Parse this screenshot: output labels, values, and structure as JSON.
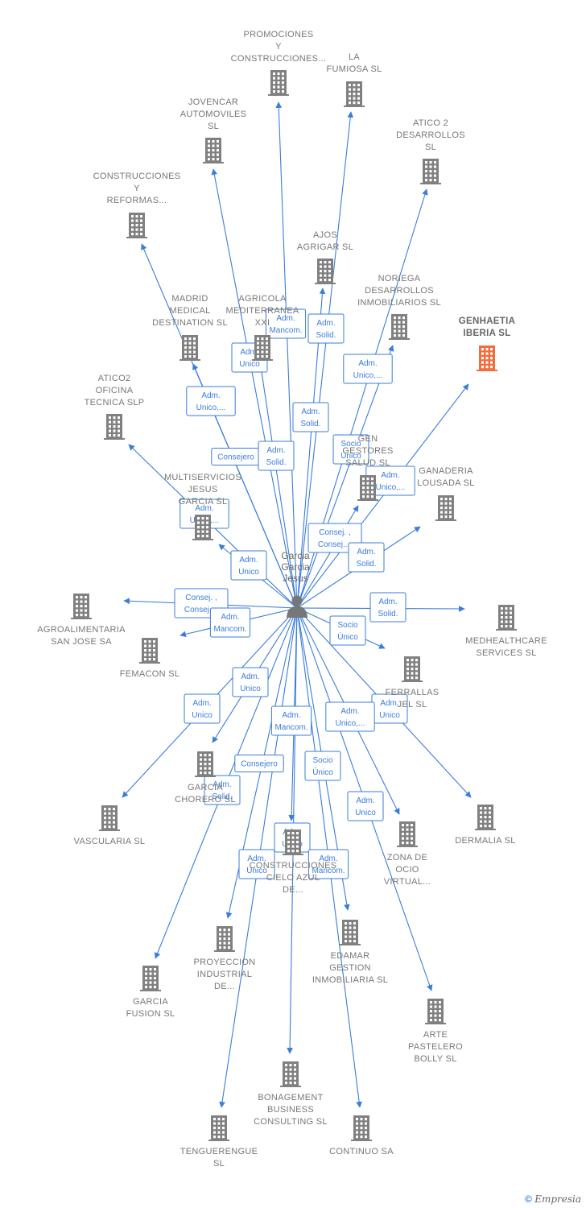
{
  "center": {
    "label_lines": [
      "Garcia",
      "Garcia",
      "Jesus"
    ],
    "icon": "person-icon"
  },
  "colors": {
    "edge": "#3b7dd8",
    "building": "#808080",
    "focus_building": "#f26d3d"
  },
  "credit": {
    "symbol": "©",
    "brand": "Empresia"
  },
  "nodes": [
    {
      "id": "promociones",
      "label_lines": [
        "PROMOCIONES",
        "Y",
        "CONSTRUCCIONES..."
      ],
      "icon": "building-icon"
    },
    {
      "id": "la-fumiosa",
      "label_lines": [
        "LA",
        "FUMIOSA  SL"
      ],
      "icon": "building-icon"
    },
    {
      "id": "jovencar",
      "label_lines": [
        "JOVENCAR",
        "AUTOMOVILES",
        "SL"
      ],
      "icon": "building-icon"
    },
    {
      "id": "atico2-desarrollos",
      "label_lines": [
        "ATICO 2",
        "DESARROLLOS",
        "SL"
      ],
      "icon": "building-icon"
    },
    {
      "id": "construcciones-reformas",
      "label_lines": [
        "CONSTRUCCIONES",
        "Y",
        "REFORMAS..."
      ],
      "icon": "building-icon"
    },
    {
      "id": "ajos-agrigar",
      "label_lines": [
        "AJOS",
        "AGRIGAR  SL"
      ],
      "icon": "building-icon"
    },
    {
      "id": "noriega",
      "label_lines": [
        "NORIEGA",
        "DESARROLLOS",
        "INMOBILIARIOS SL"
      ],
      "icon": "building-icon"
    },
    {
      "id": "genhaetia",
      "label_lines": [
        "GENHAETIA",
        "IBERIA  SL"
      ],
      "icon": "building-icon",
      "focus": true
    },
    {
      "id": "madrid-medical",
      "label_lines": [
        "MADRID",
        "MEDICAL",
        "DESTINATION SL"
      ],
      "icon": "building-icon"
    },
    {
      "id": "agricola",
      "label_lines": [
        "AGRICOLA",
        "MEDITERRANEA",
        "XXI"
      ],
      "icon": "building-icon"
    },
    {
      "id": "atico2-oficina",
      "label_lines": [
        "ATICO2",
        "OFICINA",
        "TECNICA  SLP"
      ],
      "icon": "building-icon"
    },
    {
      "id": "gestores",
      "label_lines": [
        "GEN",
        "GESTORES",
        "SALUD SL"
      ],
      "icon": "building-icon"
    },
    {
      "id": "ganaderia",
      "label_lines": [
        "GANADERIA",
        "LOUSADA  SL"
      ],
      "icon": "building-icon"
    },
    {
      "id": "multiservicios",
      "label_lines": [
        "MULTISERVICIOS",
        "JESUS",
        "GARCIA  SL"
      ],
      "icon": "building-icon"
    },
    {
      "id": "agroalimentaria",
      "label_lines": [
        "AGROALIMENTARIA",
        "SAN JOSE SA"
      ],
      "icon": "building-icon"
    },
    {
      "id": "medhealthcare",
      "label_lines": [
        "MEDHEALTHCARE",
        "SERVICES  SL"
      ],
      "icon": "building-icon"
    },
    {
      "id": "femacon",
      "label_lines": [
        "FEMACON SL"
      ],
      "icon": "building-icon"
    },
    {
      "id": "ferrallas",
      "label_lines": [
        "FERRALLAS",
        "JEL  SL"
      ],
      "icon": "building-icon"
    },
    {
      "id": "garcia-chorero",
      "label_lines": [
        "GARCIA",
        "CHORERO SL"
      ],
      "icon": "building-icon"
    },
    {
      "id": "vascularia",
      "label_lines": [
        "VASCULARIA SL"
      ],
      "icon": "building-icon"
    },
    {
      "id": "dermalia",
      "label_lines": [
        "DERMALIA SL"
      ],
      "icon": "building-icon"
    },
    {
      "id": "zona-ocio",
      "label_lines": [
        "ZONA DE",
        "OCIO",
        "VIRTUAL..."
      ],
      "icon": "building-icon"
    },
    {
      "id": "construcciones-cielo",
      "label_lines": [
        "CONSTRUCCIONES",
        "CIELO AZUL",
        "DE..."
      ],
      "icon": "building-icon"
    },
    {
      "id": "proyeccion",
      "label_lines": [
        "PROYECCION",
        "INDUSTRIAL",
        "DE..."
      ],
      "icon": "building-icon"
    },
    {
      "id": "edamar",
      "label_lines": [
        "EDAMAR",
        "GESTION",
        "INMOBILIARIA SL"
      ],
      "icon": "building-icon"
    },
    {
      "id": "garcia-fusion",
      "label_lines": [
        "GARCIA",
        "FUSION SL"
      ],
      "icon": "building-icon"
    },
    {
      "id": "arte-pastelero",
      "label_lines": [
        "ARTE",
        "PASTELERO",
        "BOLLY SL"
      ],
      "icon": "building-icon"
    },
    {
      "id": "bonagement",
      "label_lines": [
        "BONAGEMENT",
        "BUSINESS",
        "CONSULTING SL"
      ],
      "icon": "building-icon"
    },
    {
      "id": "tenguerengue",
      "label_lines": [
        "TENGUERENGUE",
        "SL"
      ],
      "icon": "building-icon"
    },
    {
      "id": "continuo",
      "label_lines": [
        "CONTINUO SA"
      ],
      "icon": "building-icon"
    }
  ],
  "edges": [
    {
      "to": "promociones",
      "label_lines": [
        "Adm.",
        "Mancom."
      ]
    },
    {
      "to": "la-fumiosa",
      "label_lines": [
        "Adm.",
        "Solid."
      ]
    },
    {
      "to": "jovencar",
      "label_lines": [
        "Adm.",
        "Unico"
      ]
    },
    {
      "to": "atico2-desarrollos",
      "label_lines": [
        "Adm.",
        "Unico,..."
      ]
    },
    {
      "to": "construcciones-reformas",
      "label_lines": [
        "Adm.",
        "Unico,..."
      ]
    },
    {
      "to": "ajos-agrigar",
      "label_lines": [
        "Adm.",
        "Solid."
      ]
    },
    {
      "to": "noriega",
      "label_lines": [
        "Socio",
        "Único"
      ]
    },
    {
      "to": "genhaetia",
      "label_lines": [
        "Adm.",
        "Unico,..."
      ]
    },
    {
      "to": "madrid-medical",
      "label_lines": [
        "Consejero"
      ]
    },
    {
      "to": "agricola",
      "label_lines": [
        "Adm.",
        "Solid."
      ]
    },
    {
      "to": "atico2-oficina",
      "label_lines": [
        "Adm.",
        "Unico,..."
      ]
    },
    {
      "to": "gestores",
      "label_lines": [
        "Consej. ,",
        "Consej...."
      ]
    },
    {
      "to": "ganaderia",
      "label_lines": [
        "Adm.",
        "Solid."
      ]
    },
    {
      "to": "multiservicios",
      "label_lines": [
        "Adm.",
        "Unico"
      ]
    },
    {
      "to": "agroalimentaria",
      "label_lines": [
        "Consej. ,",
        "Consej...."
      ]
    },
    {
      "to": "medhealthcare",
      "label_lines": [
        "Adm.",
        "Solid."
      ]
    },
    {
      "to": "femacon",
      "label_lines": [
        "Adm.",
        "Mancom."
      ]
    },
    {
      "to": "ferrallas",
      "label_lines": [
        "Socio",
        "Único"
      ]
    },
    {
      "to": "garcia-chorero",
      "label_lines": [
        "Adm.",
        "Unico"
      ]
    },
    {
      "to": "vascularia",
      "label_lines": [
        "Adm.",
        "Unico"
      ]
    },
    {
      "to": "dermalia",
      "label_lines": [
        "Adm.",
        "Unico"
      ]
    },
    {
      "to": "zona-ocio",
      "label_lines": [
        "Adm.",
        "Unico,..."
      ]
    },
    {
      "to": "construcciones-cielo",
      "label_lines": [
        "Adm.",
        "Mancom."
      ]
    },
    {
      "to": "proyeccion",
      "label_lines": [
        "Consejero"
      ]
    },
    {
      "to": "edamar",
      "label_lines": [
        "Socio",
        "Único"
      ]
    },
    {
      "to": "garcia-fusion",
      "label_lines": [
        "Adm.",
        "Solid."
      ]
    },
    {
      "to": "arte-pastelero",
      "label_lines": [
        "Adm.",
        "Unico"
      ]
    },
    {
      "to": "bonagement",
      "label_lines": [
        "Adm.",
        "Unico"
      ]
    },
    {
      "to": "tenguerengue",
      "label_lines": [
        "Adm.",
        "Unico"
      ]
    },
    {
      "to": "continuo",
      "label_lines": [
        "Adm.",
        "Mancom."
      ]
    }
  ]
}
